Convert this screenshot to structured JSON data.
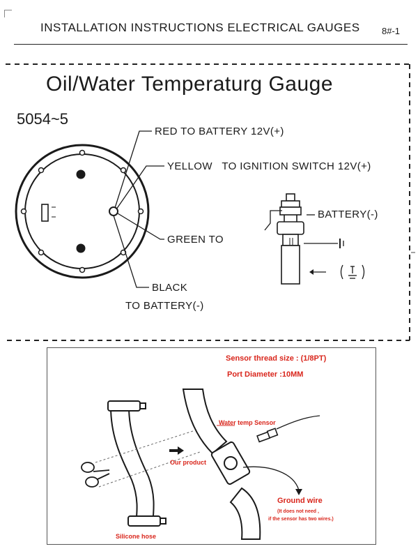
{
  "header": {
    "title": "INSTALLATION INSTRUCTIONS ELECTRICAL GAUGES",
    "code": "8#-1"
  },
  "gauge": {
    "title": "Oil/Water Temperaturg Gauge",
    "model": "5054~5",
    "wires": {
      "red": "RED TO BATTERY 12V(+)",
      "yellow": "YELLOW   TO IGNITION SWITCH 12V(+)",
      "green": "GREEN TO",
      "black_line1": "BLACK",
      "black_line2": "TO BATTERY(-)"
    },
    "sensor": {
      "battery_label": "BATTERY(-)"
    }
  },
  "install": {
    "thread_size": "Sensor thread size : (1/8PT)",
    "port_diameter": "Port Diameter :10MM",
    "water_temp_sensor": "Water temp Sensor",
    "our_product": "Our product",
    "ground_wire": "Ground wire",
    "ground_note_1": "(It does not need ,",
    "ground_note_2": "if the sensor has two wires.)",
    "silicone_hose": "Silicone hose"
  },
  "colors": {
    "line": "#222222",
    "accent_red": "#d9261c"
  }
}
